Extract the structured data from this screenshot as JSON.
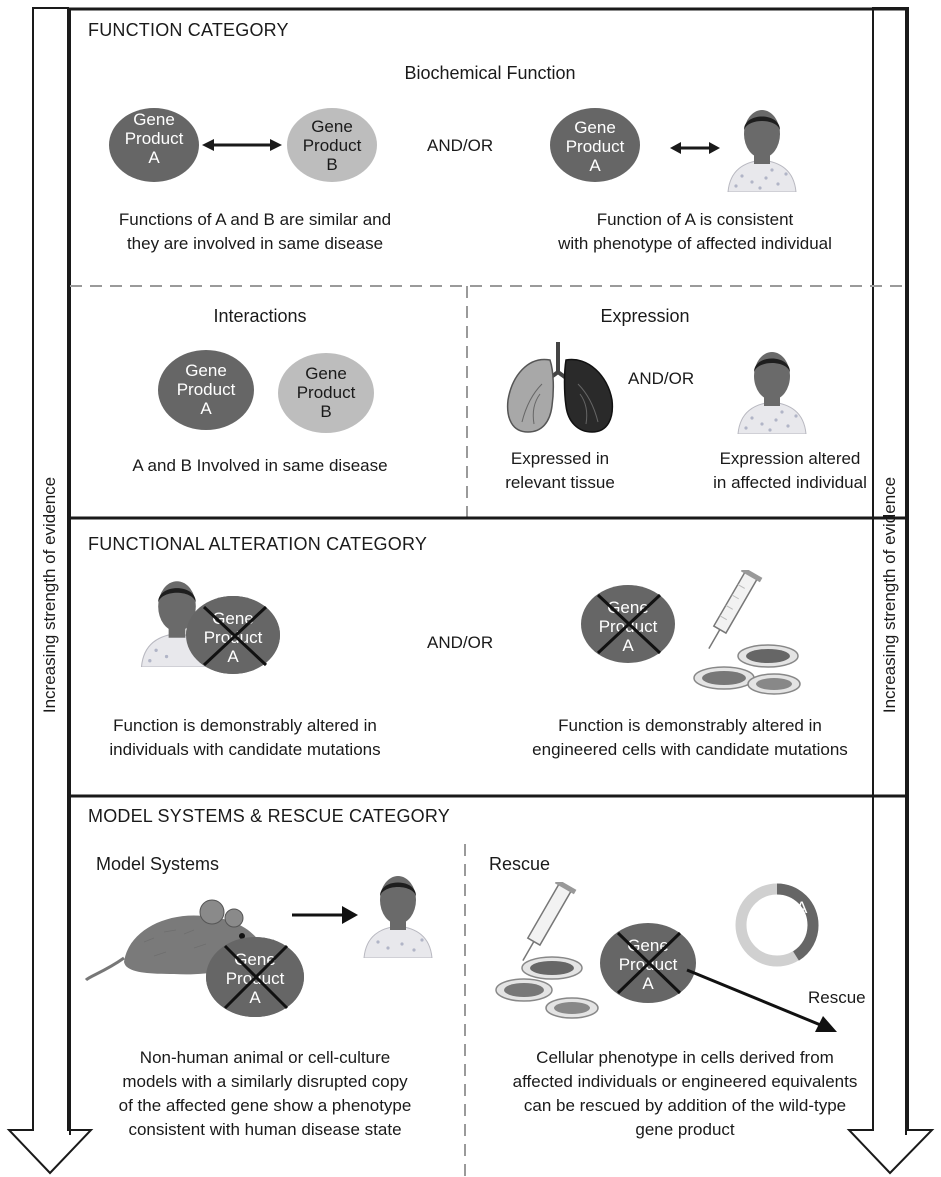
{
  "side_label_left": "Increasing strength of evidence",
  "side_label_right": "Increasing strength of evidence",
  "function_category": {
    "heading": "FUNCTION CATEGORY",
    "biochemical": {
      "title": "Biochemical Function",
      "ellipse_a": [
        "Gene",
        "Product",
        "A"
      ],
      "ellipse_b": [
        "Gene",
        "Product",
        "B"
      ],
      "ellipse_a2": [
        "Gene",
        "Product",
        "A"
      ],
      "andor": "AND/OR",
      "caption_left": [
        "Functions of A and B are similar and",
        "they are involved in same disease"
      ],
      "caption_right": [
        "Function of A is consistent",
        "with phenotype of affected individual"
      ]
    },
    "interactions": {
      "title": "Interactions",
      "ellipse_a": [
        "Gene",
        "Product",
        "A"
      ],
      "ellipse_b": [
        "Gene",
        "Product",
        "B"
      ],
      "caption": "A and B Involved in same disease"
    },
    "expression": {
      "title": "Expression",
      "andor": "AND/OR",
      "caption_left": [
        "Expressed in",
        "relevant tissue"
      ],
      "caption_right": [
        "Expression altered",
        "in affected individual"
      ]
    }
  },
  "functional_alteration": {
    "heading": "FUNCTIONAL ALTERATION CATEGORY",
    "ellipse_left": [
      "Gene",
      "Product",
      "A"
    ],
    "ellipse_right": [
      "Gene",
      "Product",
      "A"
    ],
    "andor": "AND/OR",
    "caption_left": [
      "Function is demonstrably altered in",
      "individuals with candidate mutations"
    ],
    "caption_right": [
      "Function is demonstrably altered in",
      "engineered cells with candidate mutations"
    ]
  },
  "model_systems_rescue": {
    "heading": "MODEL SYSTEMS & RESCUE CATEGORY",
    "model_systems": {
      "title": "Model Systems",
      "ellipse": [
        "Gene",
        "Product",
        "A"
      ],
      "caption": [
        "Non-human animal or cell-culture",
        "models with a similarly disrupted copy",
        "of the affected gene show a phenotype",
        "consistent with human disease state"
      ]
    },
    "rescue": {
      "title": "Rescue",
      "ellipse": [
        "Gene",
        "Product",
        "A"
      ],
      "plasmid_label": "A",
      "arrow_label": "Rescue",
      "caption": [
        "Cellular phenotype in cells derived from",
        "affected individuals or engineered equivalents",
        "can be rescued by addition of the wild-type",
        "gene product"
      ]
    }
  },
  "colors": {
    "dark_ellipse": "#666666",
    "light_ellipse": "#bdbdbd",
    "border": "#1a1a1a",
    "dashed": "#9a9a9a",
    "arrow_fill": "#ffffff"
  }
}
